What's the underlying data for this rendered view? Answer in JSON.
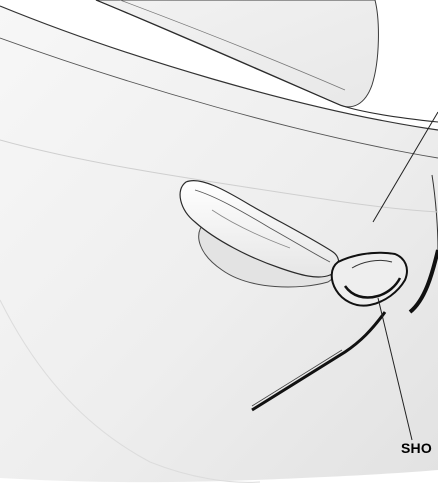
{
  "diagram": {
    "callout_label": "SHO",
    "colors": {
      "panel_light": "#f4f4f4",
      "panel_shade": "#e4e4e4",
      "outline": "#2b2b2b",
      "tape": "#111111"
    },
    "parts": [
      "door-panel",
      "window-frame",
      "door-handle",
      "shim-cover",
      "door-seam",
      "leader-line"
    ]
  }
}
